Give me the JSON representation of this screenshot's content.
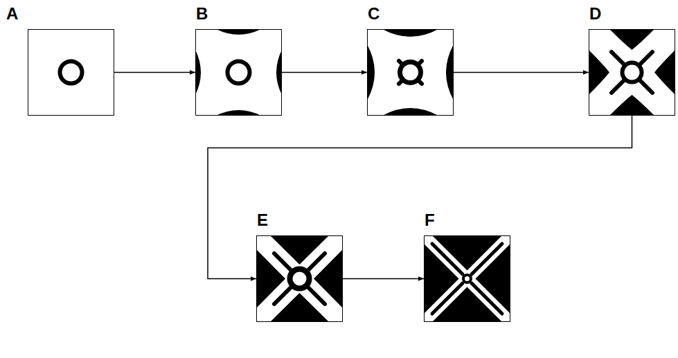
{
  "diagram": {
    "nodes": [
      {
        "text": [
          "A"
        ]
      },
      {
        "text": [
          "B"
        ]
      },
      {
        "text": [
          "C"
        ]
      },
      {
        "text": [
          "D"
        ]
      },
      {
        "text": [
          "E"
        ]
      },
      {
        "text": [
          "F"
        ]
      }
    ],
    "edges": [
      {
        "from": 0,
        "to": 1,
        "arrow": "to"
      },
      {
        "from": 1,
        "to": 2,
        "arrow": "to"
      },
      {
        "from": 2,
        "to": 3,
        "arrow": "to"
      },
      {
        "from": 3,
        "to": 4,
        "arrow": "to"
      },
      {
        "from": 4,
        "to": 5,
        "arrow": "to"
      }
    ]
  }
}
